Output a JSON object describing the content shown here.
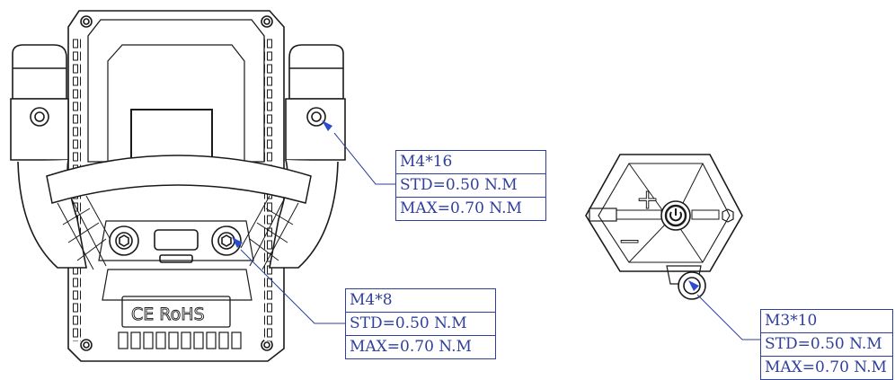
{
  "controller": {
    "marking": "CE RoHS"
  },
  "callouts": [
    {
      "id": "bracket-screw",
      "spec": "M4*16",
      "std": "STD=0.50 N.M",
      "max": "MAX=0.70 N.M"
    },
    {
      "id": "lower-screw",
      "spec": "M4*8",
      "std": "STD=0.50 N.M",
      "max": "MAX=0.70 N.M"
    },
    {
      "id": "remote-screw",
      "spec": "M3*10",
      "std": "STD=0.50 N.M",
      "max": "MAX=0.70 N.M"
    }
  ],
  "remote": {
    "plus_symbol": "+",
    "minus_symbol": "−"
  },
  "colors": {
    "ink": "#1a1a1a",
    "leader": "#2f3f9a",
    "arrow": "#2a4bd0"
  }
}
